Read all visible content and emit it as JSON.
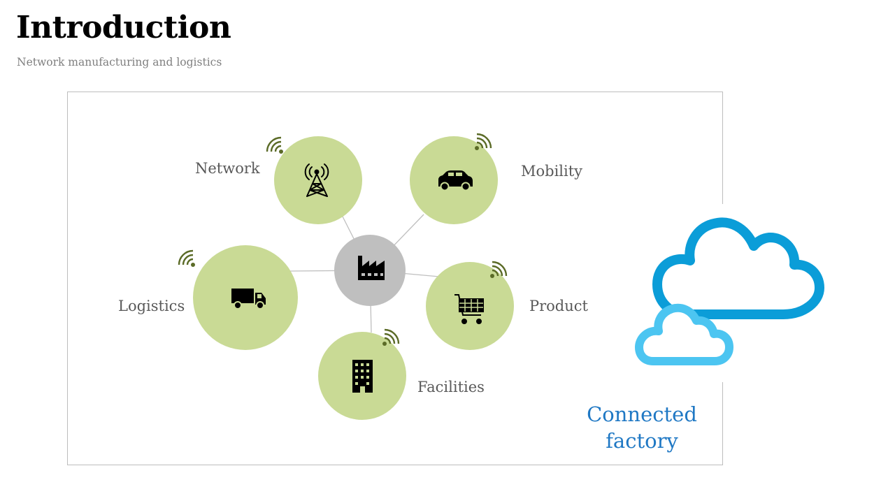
{
  "header": {
    "title": "Introduction",
    "subtitle": "Network manufacturing and logistics"
  },
  "diagram": {
    "center": {
      "icon": "factory-icon"
    },
    "nodes": [
      {
        "id": "network",
        "label": "Network",
        "icon": "cell-tower-icon"
      },
      {
        "id": "mobility",
        "label": "Mobility",
        "icon": "car-icon"
      },
      {
        "id": "logistics",
        "label": "Logistics",
        "icon": "truck-icon"
      },
      {
        "id": "product",
        "label": "Product",
        "icon": "shopping-cart-icon"
      },
      {
        "id": "facilities",
        "label": "Facilities",
        "icon": "office-building-icon"
      }
    ],
    "signal_icon": "wifi-signal-icon",
    "cloud": {
      "icon": "cloud-icon",
      "line1": "Connected",
      "line2": "factory"
    }
  },
  "colors": {
    "node_fill": "#c9da95",
    "center_fill": "#bfbfbf",
    "signal": "#5b6b27",
    "connector": "#bfbfbf",
    "cloud_large": "#0b9dd8",
    "cloud_small": "#4cc5f1",
    "cloud_text": "#1f78c4",
    "label_text": "#595959",
    "subtitle_text": "#7f7f7f"
  }
}
